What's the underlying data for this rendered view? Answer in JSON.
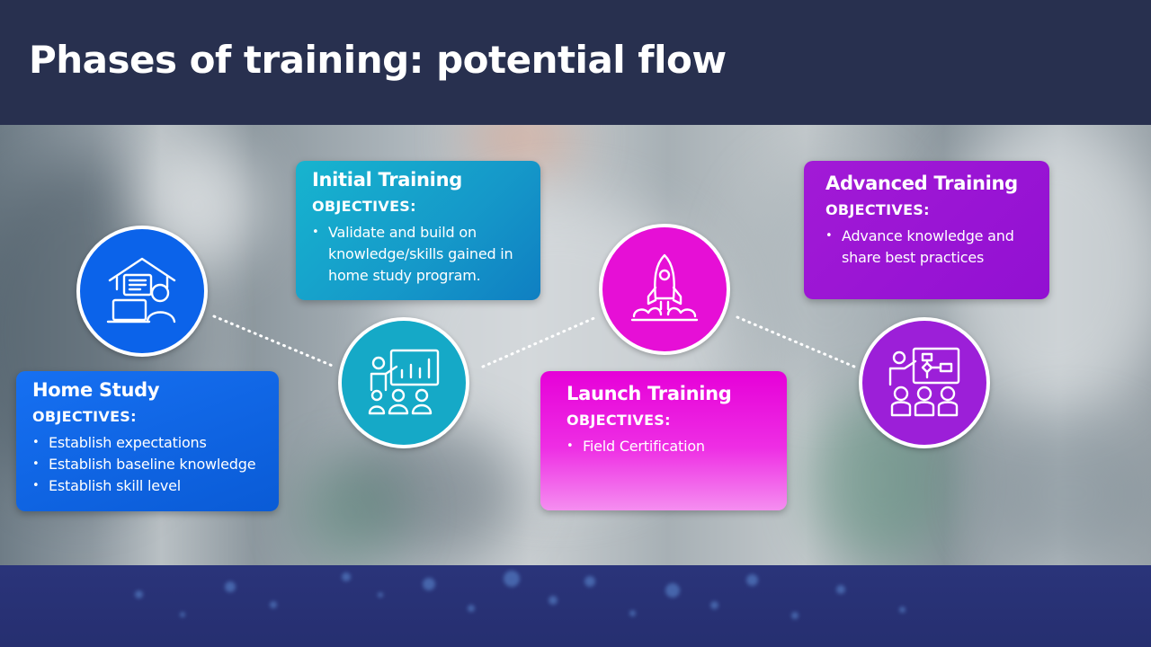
{
  "slide": {
    "title": "Phases of training: potential flow"
  },
  "phases": {
    "home_study": {
      "title": "Home Study",
      "objectives_label": "OBJECTIVES:",
      "bullets": [
        "Establish expectations",
        "Establish baseline knowledge",
        "Establish skill level"
      ],
      "icon": "home-study-laptop-icon",
      "color": "#0b63ea"
    },
    "initial_training": {
      "title": "Initial Training",
      "objectives_label": "OBJECTIVES:",
      "bullets": [
        "Validate and build on knowledge/skills gained in home study program."
      ],
      "icon": "presentation-chart-icon",
      "color": "#15a9c7"
    },
    "launch_training": {
      "title": "Launch Training",
      "objectives_label": "OBJECTIVES:",
      "bullets": [
        "Field Certification"
      ],
      "icon": "rocket-launch-icon",
      "color": "#e60fd6"
    },
    "advanced_training": {
      "title": "Advanced Training",
      "objectives_label": "OBJECTIVES:",
      "bullets": [
        "Advance knowledge and share best practices"
      ],
      "icon": "flowchart-presentation-icon",
      "color": "#9c1fd8"
    }
  }
}
